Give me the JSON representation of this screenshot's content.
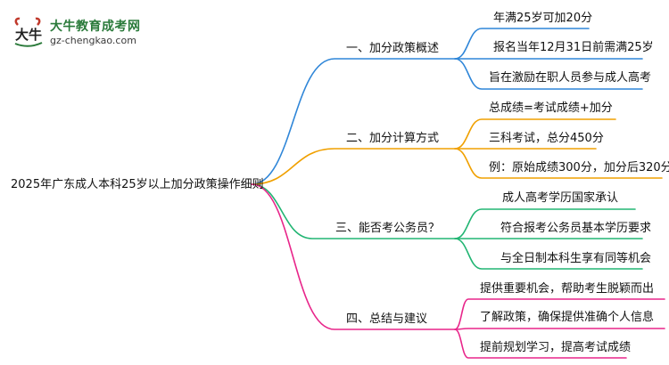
{
  "logo": {
    "name": "大牛教育成考网",
    "url": "gz-chengkao.com",
    "mark_text": "大牛"
  },
  "root": {
    "title": "2025年广东成人本科25岁以上加分政策操作细则"
  },
  "branches": [
    {
      "label": "一、加分政策概述",
      "color": "#2f86d8",
      "leaves": [
        "年满25岁可加20分",
        "报名当年12月31日前需满25岁",
        "旨在激励在职人员参与成人高考"
      ]
    },
    {
      "label": "二、加分计算方式",
      "color": "#f0a000",
      "leaves": [
        "总成绩=考试成绩+加分",
        "三科考试，总分450分",
        "例：原始成绩300分，加分后320分"
      ]
    },
    {
      "label": "三、能否考公务员？",
      "color": "#22b573",
      "leaves": [
        "成人高考学历国家承认",
        "符合报考公务员基本学历要求",
        "与全日制本科生享有同等机会"
      ]
    },
    {
      "label": "四、总结与建议",
      "color": "#e8258a",
      "leaves": [
        "提供重要机会，帮助考生脱颖而出",
        "了解政策，确保提供准确个人信息",
        "提前规划学习，提高考试成绩"
      ]
    }
  ]
}
